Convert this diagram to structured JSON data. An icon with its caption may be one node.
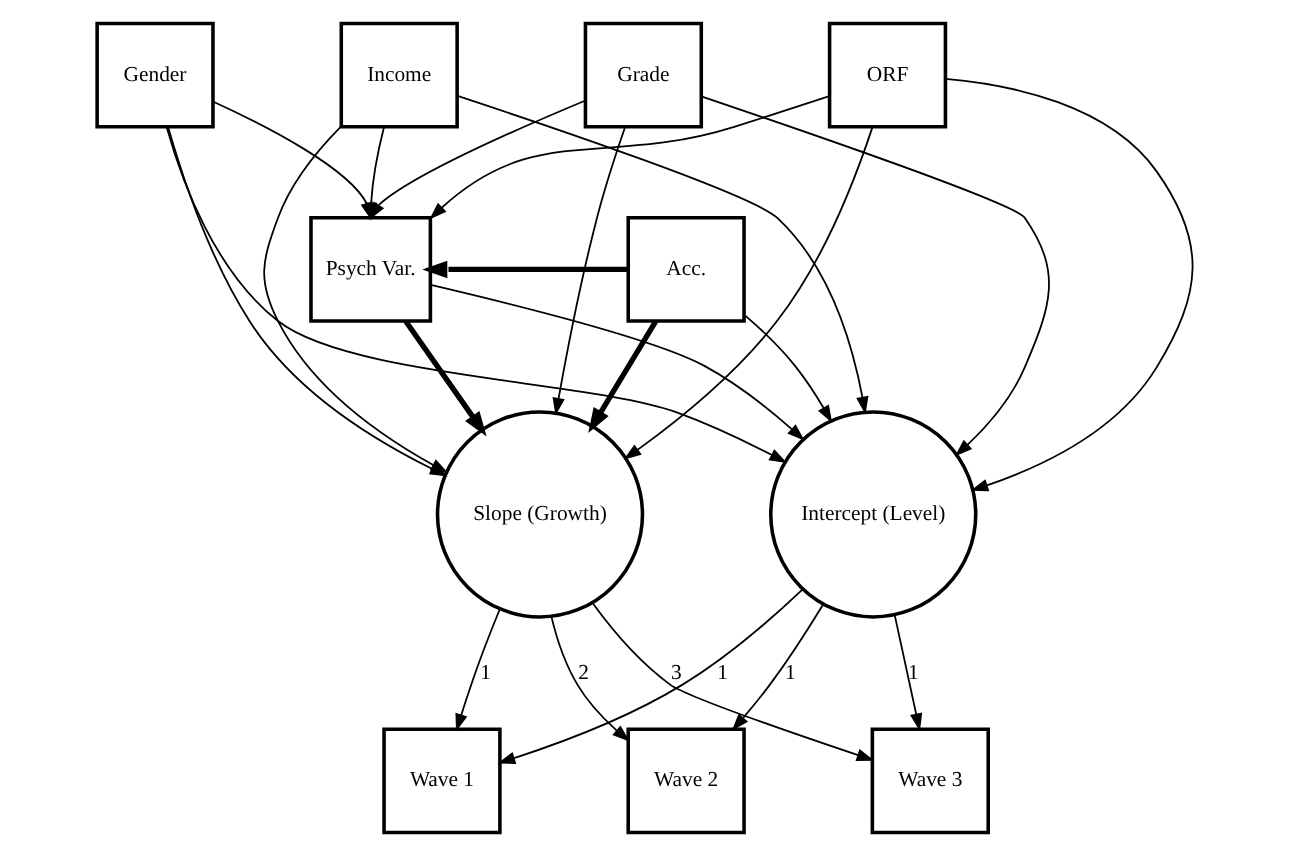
{
  "diagram": {
    "nodes": [
      {
        "text": [
          "Gender"
        ]
      },
      {
        "text": [
          "Income"
        ]
      },
      {
        "text": [
          "Grade"
        ]
      },
      {
        "text": [
          "ORF"
        ]
      },
      {
        "text": [
          "Psych Var."
        ]
      },
      {
        "text": [
          "Acc."
        ]
      },
      {
        "text": [
          "Slope (Growth)"
        ]
      },
      {
        "text": [
          "Intercept (Level)"
        ]
      },
      {
        "text": [
          "Wave 1"
        ]
      },
      {
        "text": [
          "Wave 2"
        ]
      },
      {
        "text": [
          "Wave 3"
        ]
      }
    ],
    "edges": [
      {
        "from": 0,
        "to": 4,
        "arrow": "to"
      },
      {
        "from": 0,
        "to": 6,
        "arrow": "to"
      },
      {
        "from": 0,
        "to": 7,
        "arrow": "to"
      },
      {
        "from": 1,
        "to": 4,
        "arrow": "to"
      },
      {
        "from": 1,
        "to": 6,
        "arrow": "to"
      },
      {
        "from": 1,
        "to": 7,
        "arrow": "to"
      },
      {
        "from": 2,
        "to": 4,
        "arrow": "to"
      },
      {
        "from": 2,
        "to": 6,
        "arrow": "to"
      },
      {
        "from": 2,
        "to": 7,
        "arrow": "to"
      },
      {
        "from": 3,
        "to": 4,
        "arrow": "to"
      },
      {
        "from": 3,
        "to": 6,
        "arrow": "to"
      },
      {
        "from": 3,
        "to": 7,
        "arrow": "to"
      },
      {
        "from": 5,
        "to": 4,
        "arrow": "to",
        "style": "thick"
      },
      {
        "from": 5,
        "to": 6,
        "arrow": "to",
        "style": "thick"
      },
      {
        "from": 5,
        "to": 7,
        "arrow": "to"
      },
      {
        "from": 4,
        "to": 6,
        "arrow": "to",
        "style": "thick"
      },
      {
        "from": 4,
        "to": 7,
        "arrow": "to"
      },
      {
        "from": 6,
        "to": 8,
        "arrow": "to",
        "label": "1"
      },
      {
        "from": 6,
        "to": 9,
        "arrow": "to",
        "label": "2"
      },
      {
        "from": 6,
        "to": 10,
        "arrow": "to",
        "label": "3"
      },
      {
        "from": 7,
        "to": 8,
        "arrow": "to",
        "label": "1"
      },
      {
        "from": 7,
        "to": 9,
        "arrow": "to",
        "label": "1"
      },
      {
        "from": 7,
        "to": 10,
        "arrow": "to",
        "label": "1"
      }
    ]
  }
}
